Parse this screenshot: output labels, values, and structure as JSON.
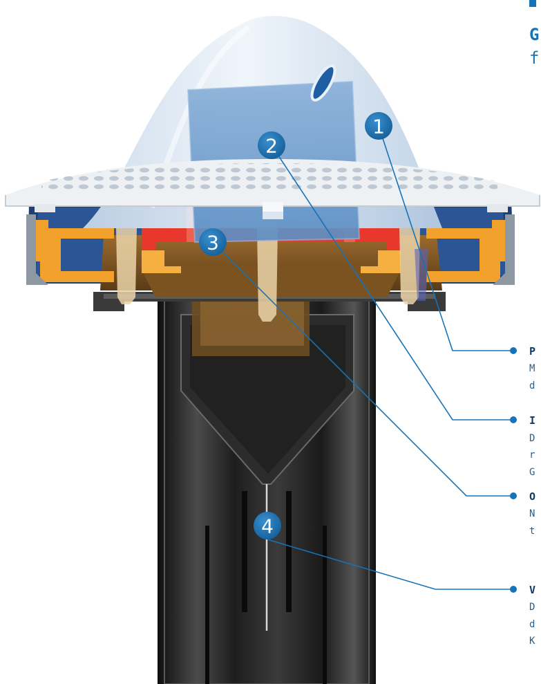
{
  "header": {
    "line1": "G",
    "line2": "f"
  },
  "callouts": [
    {
      "number": "1",
      "title": "P",
      "desc": [
        "M",
        "d"
      ]
    },
    {
      "number": "2",
      "title": "I",
      "desc": [
        "D",
        "r",
        "G"
      ]
    },
    {
      "number": "3",
      "title": "O",
      "desc": [
        "N",
        "t"
      ]
    },
    {
      "number": "4",
      "title": "V",
      "desc": [
        "D",
        "d",
        "K"
      ]
    }
  ],
  "colors": {
    "accent": "#1673b8",
    "marker": "#1b6fae",
    "gasket_orange": "#f2a22c",
    "seal_red": "#e8382e",
    "pipe_dark": "#1c1c1c",
    "dome": "#d9e6f3",
    "cube": "#6f9fcf"
  }
}
